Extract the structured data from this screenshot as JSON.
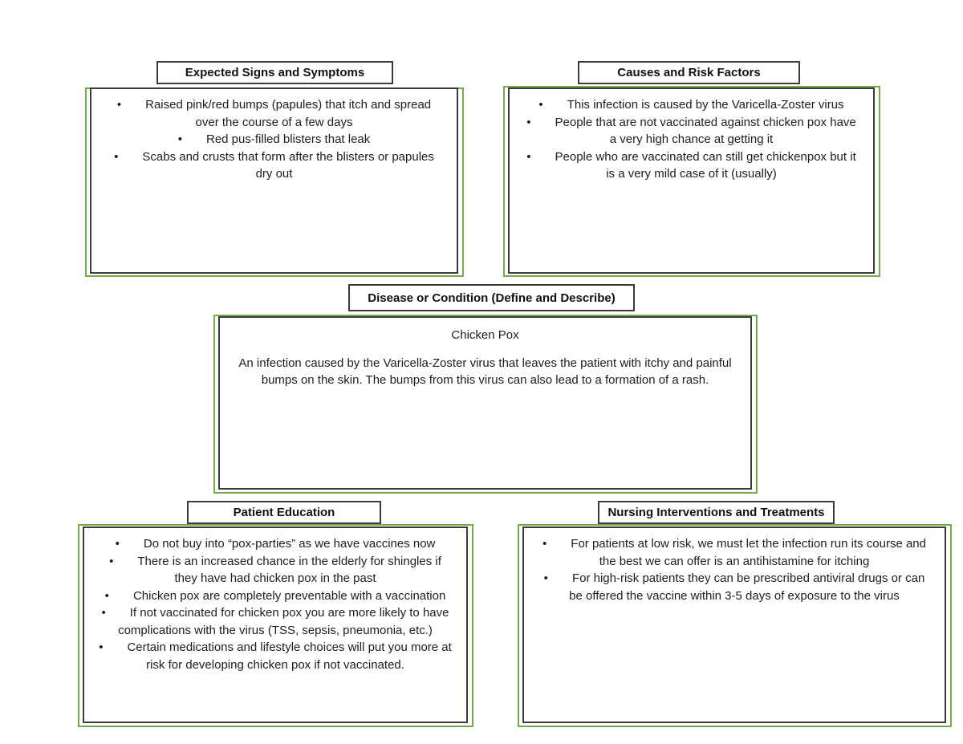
{
  "document": {
    "background": "#ffffff",
    "accent_green": "#70ad47",
    "border_color": "#3b3b3b",
    "sections": [
      {
        "title": "Expected Signs and Symptoms",
        "bullets": [
          "Raised pink/red bumps (papules) that itch and spread over the course of a few days",
          "Red pus-filled blisters that leak",
          "Scabs and crusts that form after the blisters or papules dry out"
        ]
      },
      {
        "title": "Causes and Risk Factors",
        "bullets": [
          "This infection is caused by the Varicella-Zoster virus",
          "People that are not vaccinated against chicken pox have a very high chance at getting it",
          "People who are vaccinated can still get chickenpox but it is a very mild case of it (usually)"
        ]
      },
      {
        "title": "Disease or Condition (Define and Describe)",
        "heading": "Chicken Pox",
        "paragraph": "An infection caused by the Varicella-Zoster virus that leaves the patient with itchy and painful bumps on the skin. The bumps from this virus can also lead to a formation of a rash."
      },
      {
        "title": "Patient Education",
        "bullets": [
          "Do not buy into “pox-parties” as we have vaccines now",
          "There is an increased chance in the elderly for shingles if they have had chicken pox in the past",
          "Chicken pox are completely preventable with a vaccination",
          "If not vaccinated for chicken pox you are more likely to have complications with the virus (TSS, sepsis, pneumonia, etc.)",
          "Certain medications and lifestyle choices will put you more at risk for developing chicken pox if not vaccinated."
        ]
      },
      {
        "title": "Nursing Interventions and Treatments",
        "bullets": [
          "For patients at low risk, we must let the infection run its course and the best we can offer is an antihistamine for itching",
          "For high-risk patients they can be prescribed antiviral drugs or can be offered the vaccine within 3-5 days of exposure to the virus"
        ]
      }
    ]
  }
}
